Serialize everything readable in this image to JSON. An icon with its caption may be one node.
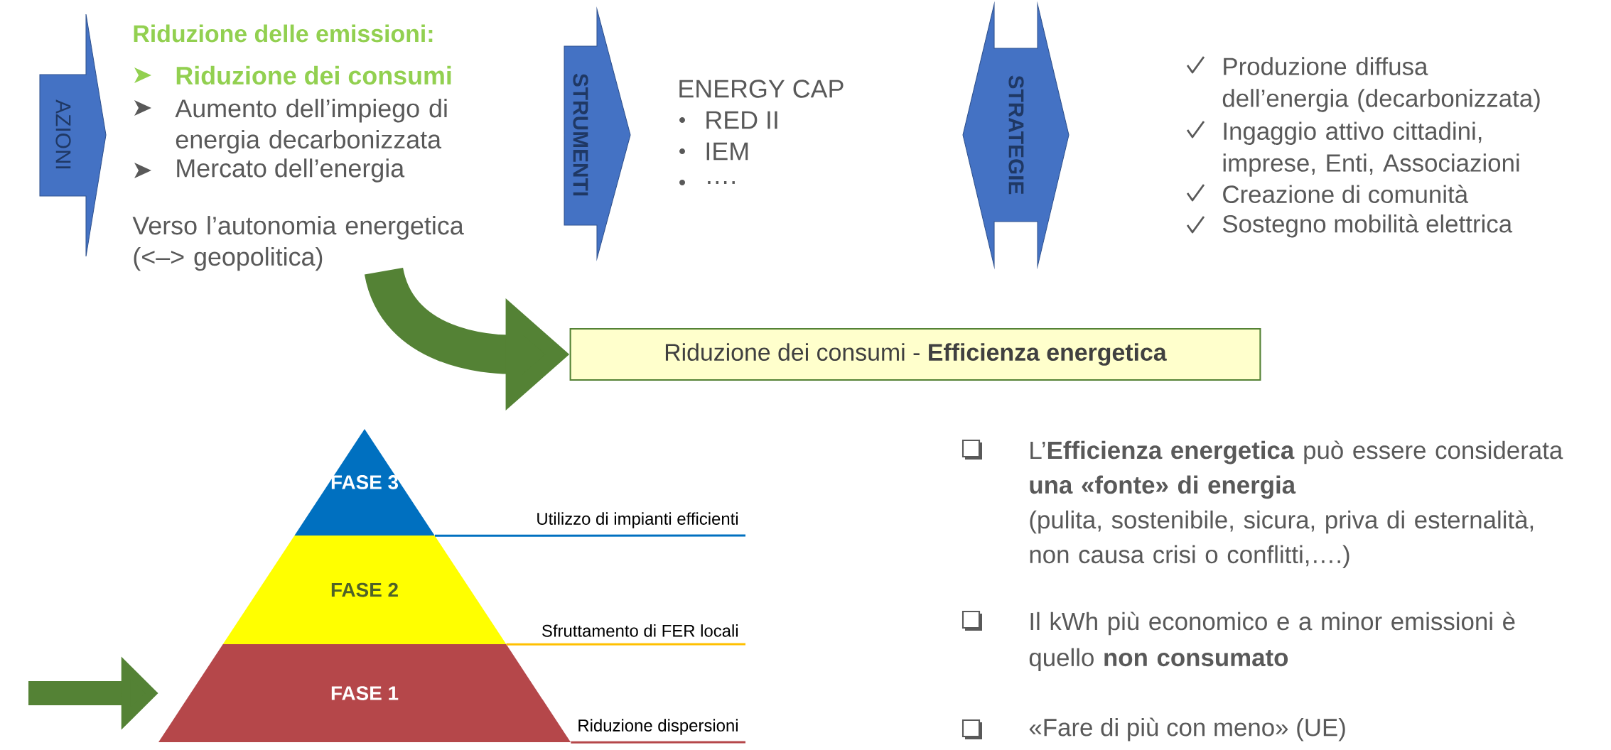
{
  "diagram": {
    "nodes": [
      {
        "text": [
          "AZIONI"
        ]
      },
      {
        "text": [
          "STRUMENTI"
        ]
      },
      {
        "text": [
          "STRATEGIE"
        ]
      },
      {
        "text": [
          "Riduzione dei consumi - **Efficienza energetica**"
        ]
      },
      {
        "text": [
          "FASE 3"
        ]
      },
      {
        "text": [
          "FASE 2"
        ]
      },
      {
        "text": [
          "FASE 1"
        ]
      },
      {
        "text": [
          "Verso l’autonomia energetica (<–> geopolitica)"
        ]
      },
      {
        "text": [
          "Utilizzo di impianti efficienti"
        ]
      },
      {
        "text": [
          "Sfruttamento di FER locali"
        ]
      },
      {
        "text": [
          "Riduzione dispersioni"
        ]
      }
    ],
    "edges": [
      {
        "from": 7,
        "to": 3,
        "arrow": "to",
        "style": "thick"
      },
      {
        "from": null,
        "to": 6,
        "arrow": "to",
        "style": "thick"
      },
      {
        "from": 4,
        "to": 8,
        "arrow": "none",
        "color": "#0070c0"
      },
      {
        "from": 5,
        "to": 9,
        "arrow": "none",
        "color": "#ffc000"
      },
      {
        "from": 6,
        "to": 10,
        "arrow": "none",
        "color": "#b5474a"
      }
    ],
    "labels": [
      "Riduzione delle emissioni:",
      "Riduzione dei consumi",
      "Aumento dell’impiego di energia decarbonizzata",
      "Mercato dell’energia",
      "ENERGY CAP",
      "RED II",
      "IEM",
      "….",
      "Produzione diffusa dell’energia (decarbonizzata)",
      "Ingaggio attivo cittadini, imprese, Enti, Associazioni",
      "Creazione di comunità",
      "Sostegno mobilità elettrica",
      "L’**Efficienza energetica** può essere considerata **una «fonte» di energia**",
      "(pulita, sostenibile, sicura, priva di esternalità, non causa crisi o conflitti,….)",
      "Il kWh più economico e a minor emissioni è quello **non consumato**",
      "«Fare di più con meno» (UE)"
    ]
  }
}
